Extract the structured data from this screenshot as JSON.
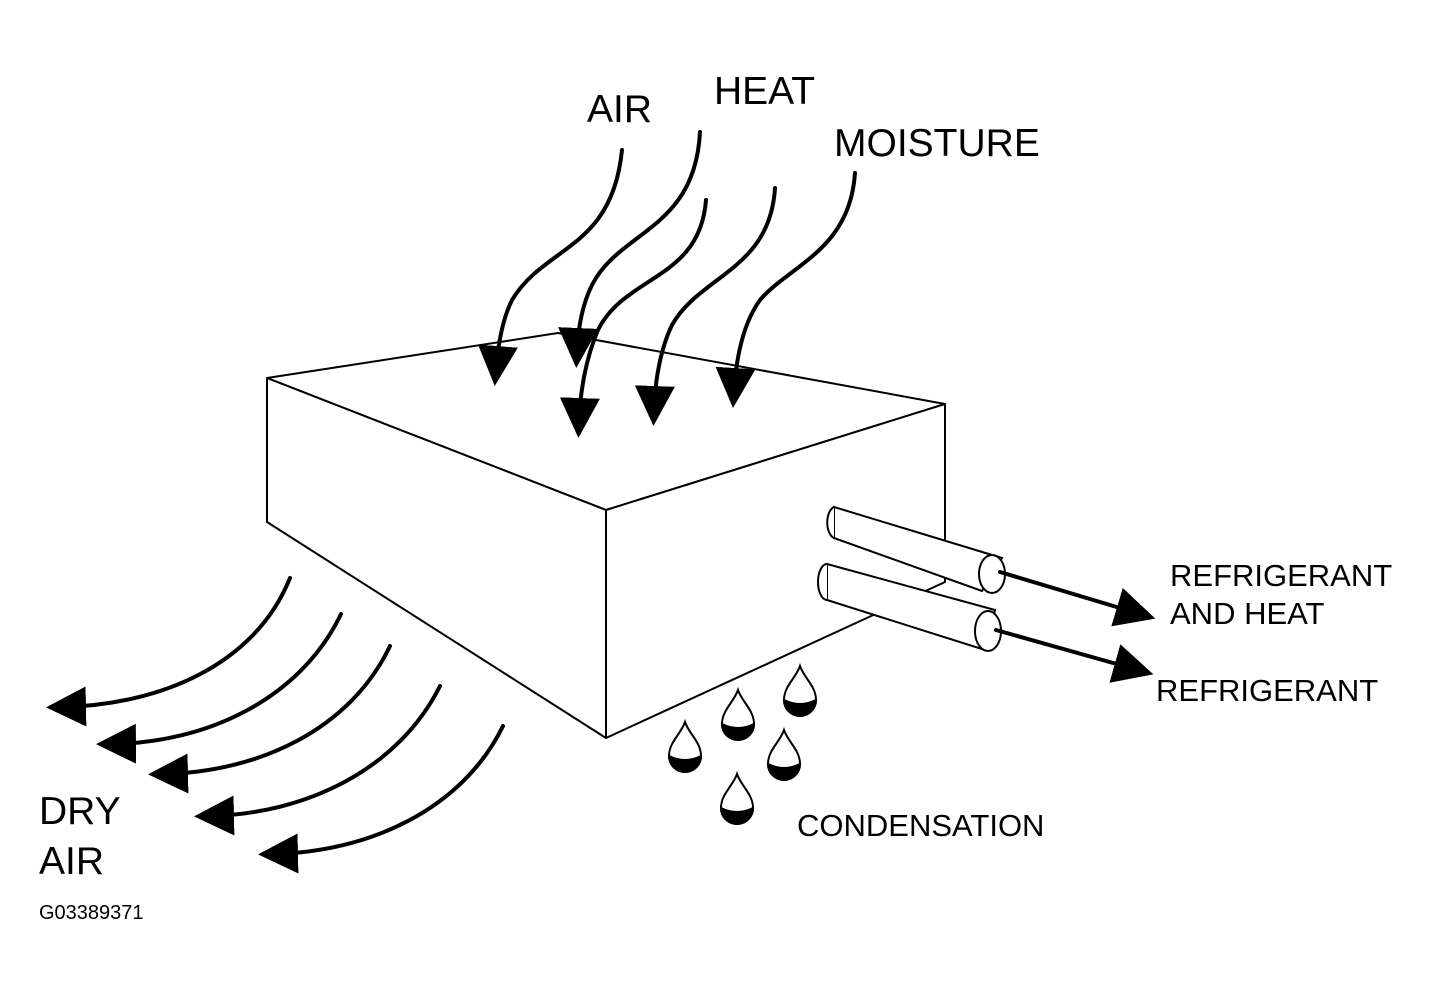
{
  "labels": {
    "air": "AIR",
    "heat": "HEAT",
    "moisture": "MOISTURE",
    "refrigerant_and_heat_line1": "REFRIGERANT",
    "refrigerant_and_heat_line2": "AND HEAT",
    "refrigerant": "REFRIGERANT",
    "condensation": "CONDENSATION",
    "dry_air_line1": "DRY",
    "dry_air_line2": "AIR"
  },
  "figure_id": "G03389371",
  "colors": {
    "stroke": "#000000",
    "background": "#ffffff"
  }
}
